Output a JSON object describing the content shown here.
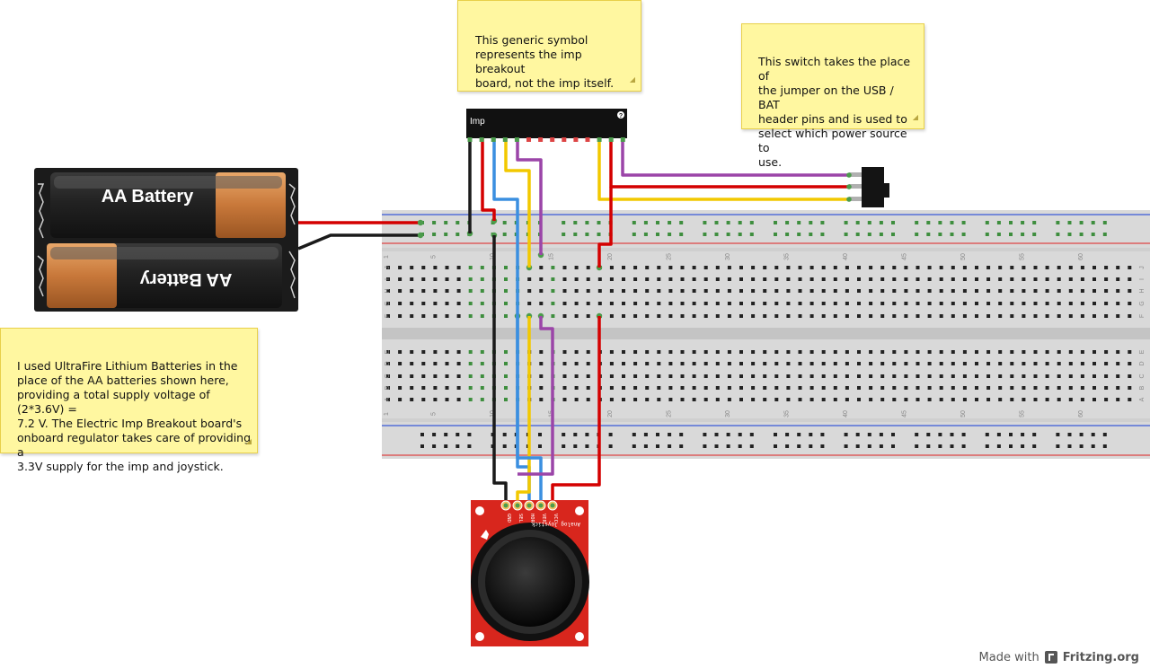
{
  "colors": {
    "wire_red": "#d40000",
    "wire_black": "#1a1a1a",
    "wire_blue": "#3b8fe0",
    "wire_yellow": "#f2c800",
    "wire_purple": "#9b45a8",
    "breadboard": "#d9d9d9",
    "note": "#fff7a0",
    "joystick_pcb": "#d8261d"
  },
  "battery": {
    "top_label": "AA Battery",
    "bottom_label": "AA Battery"
  },
  "imp_module": {
    "label": "Imp",
    "help": "?"
  },
  "breadboard": {
    "column_numbers": [
      "1",
      "5",
      "10",
      "15",
      "20",
      "25",
      "30",
      "35",
      "40",
      "45",
      "50",
      "55",
      "60"
    ],
    "row_letters_top": [
      "J",
      "I",
      "H",
      "G",
      "F"
    ],
    "row_letters_bottom": [
      "E",
      "D",
      "C",
      "B",
      "A"
    ]
  },
  "joystick": {
    "pins": [
      "GND",
      "SEL",
      "HOR",
      "VER",
      "VCC"
    ],
    "title": "Analog Joystick"
  },
  "notes": {
    "imp_symbol": "This generic symbol\nrepresents the imp breakout\nboard, not the imp itself.",
    "switch": "This switch takes the place of\nthe jumper on the USB / BAT\nheader pins and is used to\nselect which power source to\nuse.",
    "batteries": "I used UltraFire Lithium Batteries in the\nplace of the AA batteries shown here,\nproviding a total supply voltage of (2*3.6V) =\n7.2 V. The Electric Imp Breakout board's\nonboard regulator takes care of providing a\n3.3V supply for the imp and joystick."
  },
  "credit": {
    "made_with": "Made with",
    "brand": "Fritzing.org"
  }
}
